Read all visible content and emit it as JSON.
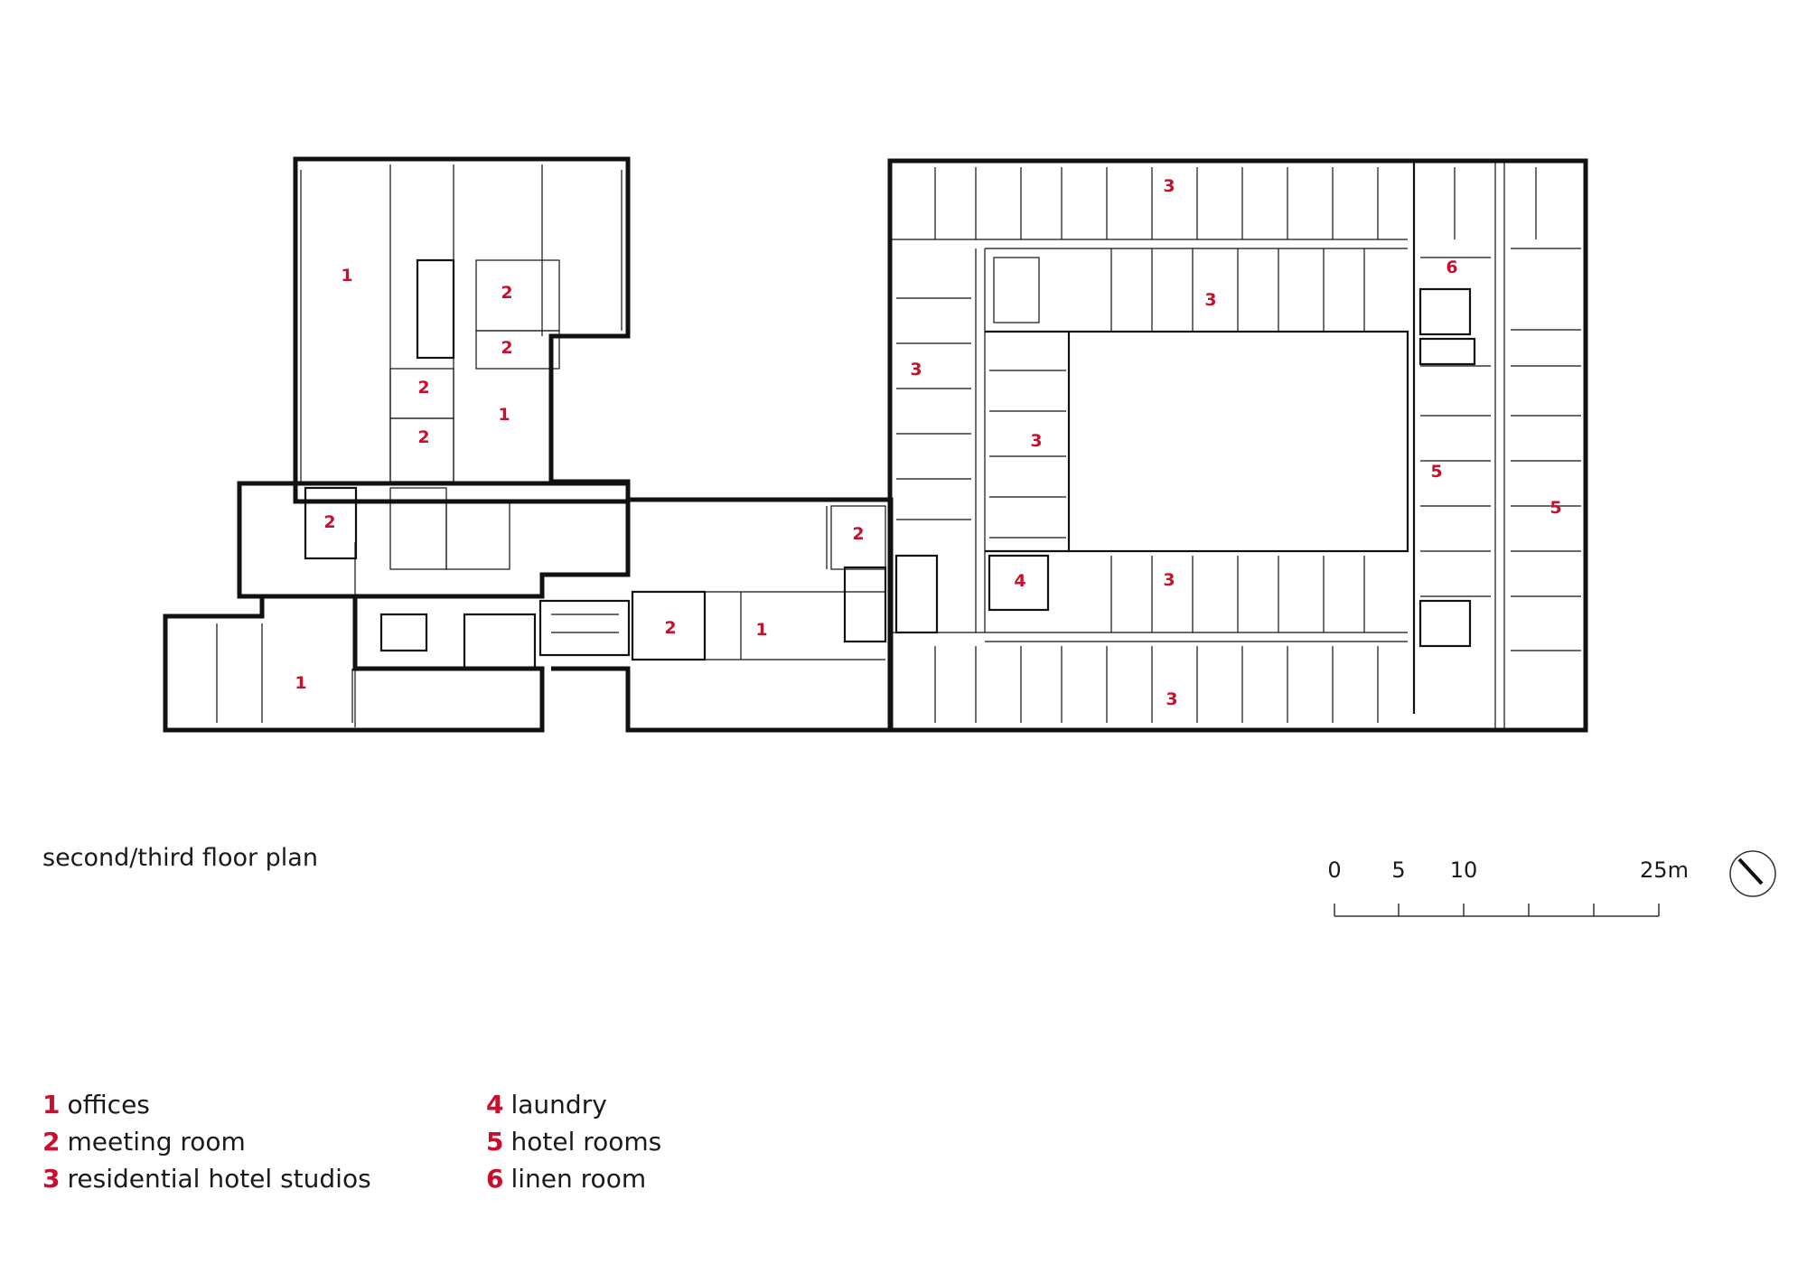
{
  "title": "second/third floor plan",
  "room_labels": {
    "offices": "1",
    "meeting_room": "2",
    "residential_studios": "3",
    "laundry": "4",
    "hotel_rooms": "5",
    "linen_room": "6"
  },
  "legend_left": [
    {
      "num": "1",
      "text": "offices"
    },
    {
      "num": "2",
      "text": "meeting room"
    },
    {
      "num": "3",
      "text": "residential hotel studios"
    }
  ],
  "legend_right": [
    {
      "num": "4",
      "text": "laundry"
    },
    {
      "num": "5",
      "text": "hotel rooms"
    },
    {
      "num": "6",
      "text": "linen room"
    }
  ],
  "scale_bar": {
    "ticks": [
      "0",
      "5",
      "10",
      "25m"
    ]
  },
  "colors": {
    "label_red": "#c8102e",
    "wall": "#111111",
    "text": "#1a1a1a"
  },
  "icons": {
    "north_arrow": "north-arrow-icon"
  }
}
